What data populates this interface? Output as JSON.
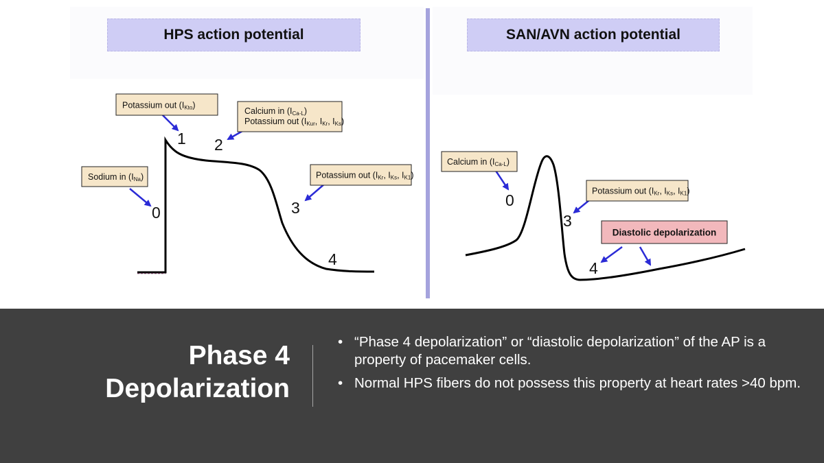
{
  "left_panel": {
    "title": "HPS action potential",
    "labels": {
      "potassium_out_1": [
        "Potassium out (I",
        "Kto",
        ")"
      ],
      "calcium_line1": [
        "Calcium in (I",
        "Ca-L",
        ")"
      ],
      "calcium_line2": [
        "Potassium out (I",
        "Kur",
        ", I",
        "Kr",
        ", I",
        "Ks",
        ")"
      ],
      "sodium": [
        "Sodium in (I",
        "Na",
        ")"
      ],
      "potassium_out_3": [
        "Potassium out (I",
        "Kr",
        ", I",
        "Ks",
        ", I",
        "K1",
        ")"
      ]
    },
    "phases": [
      "0",
      "1",
      "2",
      "3",
      "4"
    ]
  },
  "right_panel": {
    "title": "SAN/AVN action potential",
    "labels": {
      "calcium": [
        "Calcium in (I",
        "Ca-L",
        ")"
      ],
      "potassium_out_3": [
        "Potassium out (I",
        "Kr",
        ", I",
        "Ks",
        ", I",
        "K1",
        ")"
      ],
      "diastolic": "Diastolic depolarization"
    },
    "phases": [
      "0",
      "3",
      "4"
    ]
  },
  "colors": {
    "label_fill": "#f6e6c9",
    "title_fill": "#cfcdf5",
    "highlight_fill": "#f2b8bc",
    "arrow": "#2b2bd6",
    "divider": "#a5a3dd",
    "footer_bg": "#404040"
  },
  "footer": {
    "heading_line1": "Phase 4",
    "heading_line2": "Depolarization",
    "bullets": [
      "“Phase 4 depolarization” or “diastolic depolarization” of the AP is a property of pacemaker cells.",
      "Normal HPS fibers do not possess this property at heart rates >40 bpm."
    ]
  }
}
